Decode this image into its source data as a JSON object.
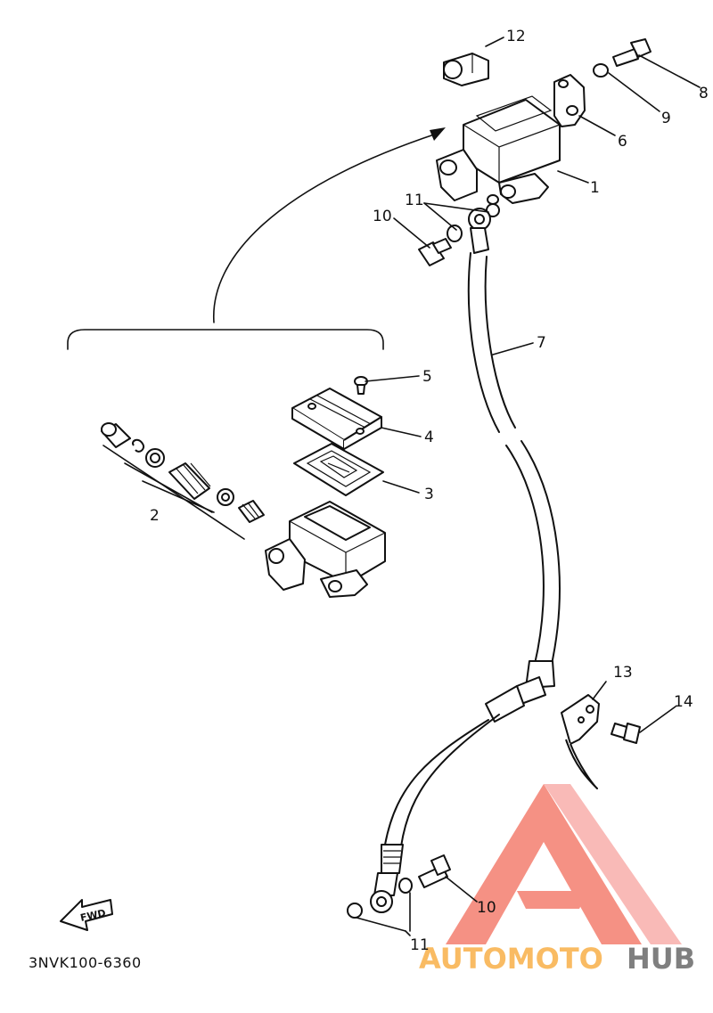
{
  "diagram": {
    "part_code": "3NVK100-6360",
    "fwd_label": "FWD",
    "callouts": [
      {
        "id": "1",
        "label": "1"
      },
      {
        "id": "2",
        "label": "2"
      },
      {
        "id": "3",
        "label": "3"
      },
      {
        "id": "4",
        "label": "4"
      },
      {
        "id": "5",
        "label": "5"
      },
      {
        "id": "6",
        "label": "6"
      },
      {
        "id": "7",
        "label": "7"
      },
      {
        "id": "8",
        "label": "8"
      },
      {
        "id": "9",
        "label": "9"
      },
      {
        "id": "10a",
        "label": "10"
      },
      {
        "id": "10b",
        "label": "10"
      },
      {
        "id": "11a",
        "label": "11"
      },
      {
        "id": "11b",
        "label": "11"
      },
      {
        "id": "12",
        "label": "12"
      },
      {
        "id": "13",
        "label": "13"
      },
      {
        "id": "14",
        "label": "14"
      }
    ]
  },
  "watermark": {
    "text_part1": "AUTOMOTO",
    "text_part2": "HUB",
    "color_logo": "#f26d5b",
    "color_orange": "#f7a530",
    "color_gray": "#555555"
  }
}
